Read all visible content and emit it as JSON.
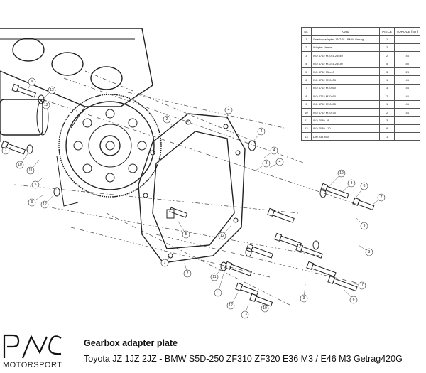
{
  "bom": {
    "headers": [
      "Nr.",
      "Kood",
      "PIECE",
      "TORQUE [Nm]"
    ],
    "rows": [
      {
        "nr": "1",
        "desc": "Gearbox adapter JZ/GS8 - BMW Getrag",
        "pcs": "1",
        "torque": ""
      },
      {
        "nr": "2",
        "desc": "Adapter sleeve",
        "pcs": "2",
        "torque": ""
      },
      {
        "nr": "3",
        "desc": "ISO 4762 M10x1.25x40",
        "pcs": "2",
        "torque": "46"
      },
      {
        "nr": "4",
        "desc": "ISO 4762 M12x1.25x30",
        "pcs": "5",
        "torque": "80"
      },
      {
        "nr": "5",
        "desc": "ISO 4762 M8x40",
        "pcs": "3",
        "torque": "23"
      },
      {
        "nr": "6",
        "desc": "ISO 4762 M10x35",
        "pcs": "1",
        "torque": "46"
      },
      {
        "nr": "7",
        "desc": "ISO 4762 M10x60",
        "pcs": "3",
        "torque": "46"
      },
      {
        "nr": "8",
        "desc": "ISO 4762 M10x60",
        "pcs": "2",
        "torque": "46"
      },
      {
        "nr": "9",
        "desc": "ISO 4762 M10x55",
        "pcs": "1",
        "torque": "46"
      },
      {
        "nr": "10",
        "desc": "ISO 4762 M10x70",
        "pcs": "2",
        "torque": "46"
      },
      {
        "nr": "11",
        "desc": "ISO 7089 - 8",
        "pcs": "3",
        "torque": ""
      },
      {
        "nr": "12",
        "desc": "ISO 7089 - 10",
        "pcs": "9",
        "torque": ""
      },
      {
        "nr": "13",
        "desc": "DIN 934 M10",
        "pcs": "1",
        "torque": ""
      }
    ]
  },
  "callouts": [
    {
      "id": "c13a",
      "label": "13"
    },
    {
      "id": "c12a",
      "label": "12"
    },
    {
      "id": "c9a",
      "label": "9"
    },
    {
      "id": "c7a",
      "label": "7"
    },
    {
      "id": "c10a",
      "label": "10"
    },
    {
      "id": "c11a",
      "label": "11"
    },
    {
      "id": "c5a",
      "label": "5"
    },
    {
      "id": "c9b",
      "label": "9"
    },
    {
      "id": "c12b",
      "label": "12"
    },
    {
      "id": "c4a",
      "label": "4"
    },
    {
      "id": "c4b",
      "label": "4"
    },
    {
      "id": "c4c",
      "label": "4"
    },
    {
      "id": "c4d",
      "label": "4"
    },
    {
      "id": "c3a",
      "label": "3"
    },
    {
      "id": "c12c",
      "label": "12"
    },
    {
      "id": "c8a",
      "label": "8"
    },
    {
      "id": "c8b",
      "label": "8"
    },
    {
      "id": "c7b",
      "label": "7"
    },
    {
      "id": "c12d",
      "label": "12"
    },
    {
      "id": "c9c",
      "label": "9"
    },
    {
      "id": "c10b",
      "label": "10"
    },
    {
      "id": "c6a",
      "label": "6"
    },
    {
      "id": "c3b",
      "label": "3"
    },
    {
      "id": "c10c",
      "label": "10"
    },
    {
      "id": "c1a",
      "label": "1"
    },
    {
      "id": "c2a",
      "label": "2"
    },
    {
      "id": "c11b",
      "label": "11"
    },
    {
      "id": "c12e",
      "label": "12"
    },
    {
      "id": "c13b",
      "label": "13"
    },
    {
      "id": "c2b",
      "label": "2"
    },
    {
      "id": "c5b",
      "label": "5"
    },
    {
      "id": "c11c",
      "label": "11"
    },
    {
      "id": "c3c",
      "label": "3"
    }
  ],
  "footer": {
    "brand": "MOTORSPORT",
    "title": "Gearbox adapter plate",
    "subtitle": "Toyota JZ 1JZ 2JZ - BMW S5D-250 ZF310 ZF320 E36 M3 / E46 M3 Getrag420G"
  }
}
